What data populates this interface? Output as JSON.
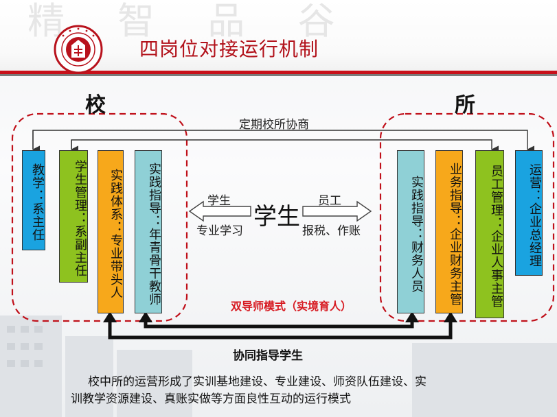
{
  "header": {
    "watermark": "精 智 品 谷",
    "title": "四岗位对接运行机制",
    "logo": "university-seal-icon"
  },
  "regions": {
    "school": "校",
    "firm": "所"
  },
  "top_link": "定期校所协商",
  "school_boxes": [
    {
      "text": "教学：系主任",
      "color": "#1aa3e0"
    },
    {
      "text": "学生管理：系副主任",
      "color": "#8ec21f"
    },
    {
      "text": "实践体系：专业带头人",
      "color": "#f7a81b"
    },
    {
      "text": "实践指导：年青骨干教师",
      "color": "#8fd0d6"
    }
  ],
  "firm_boxes": [
    {
      "text": "实践指导：财务人员",
      "color": "#8fd0d6"
    },
    {
      "text": "业务指导：企业财务主管",
      "color": "#f7a81b"
    },
    {
      "text": "员工管理：企业人事主管",
      "color": "#8ec21f"
    },
    {
      "text": "运营：企业总经理",
      "color": "#1aa3e0"
    }
  ],
  "center": {
    "word": "学生",
    "left_top": "学生",
    "left_bottom": "专业学习",
    "right_top": "员工",
    "right_bottom": "报税、作账"
  },
  "mode_label": "双导师模式（实境育人）",
  "cowork_label": "协同指导学生",
  "footer": {
    "line1": "校中所的运营形成了实训基地建设、专业建设、师资队伍建设、实",
    "line2": "训教学资源建设、真账实做等方面良性互动的运行模式"
  },
  "colors": {
    "accent_red": "#c8101a",
    "dash_red": "#c0101a"
  }
}
